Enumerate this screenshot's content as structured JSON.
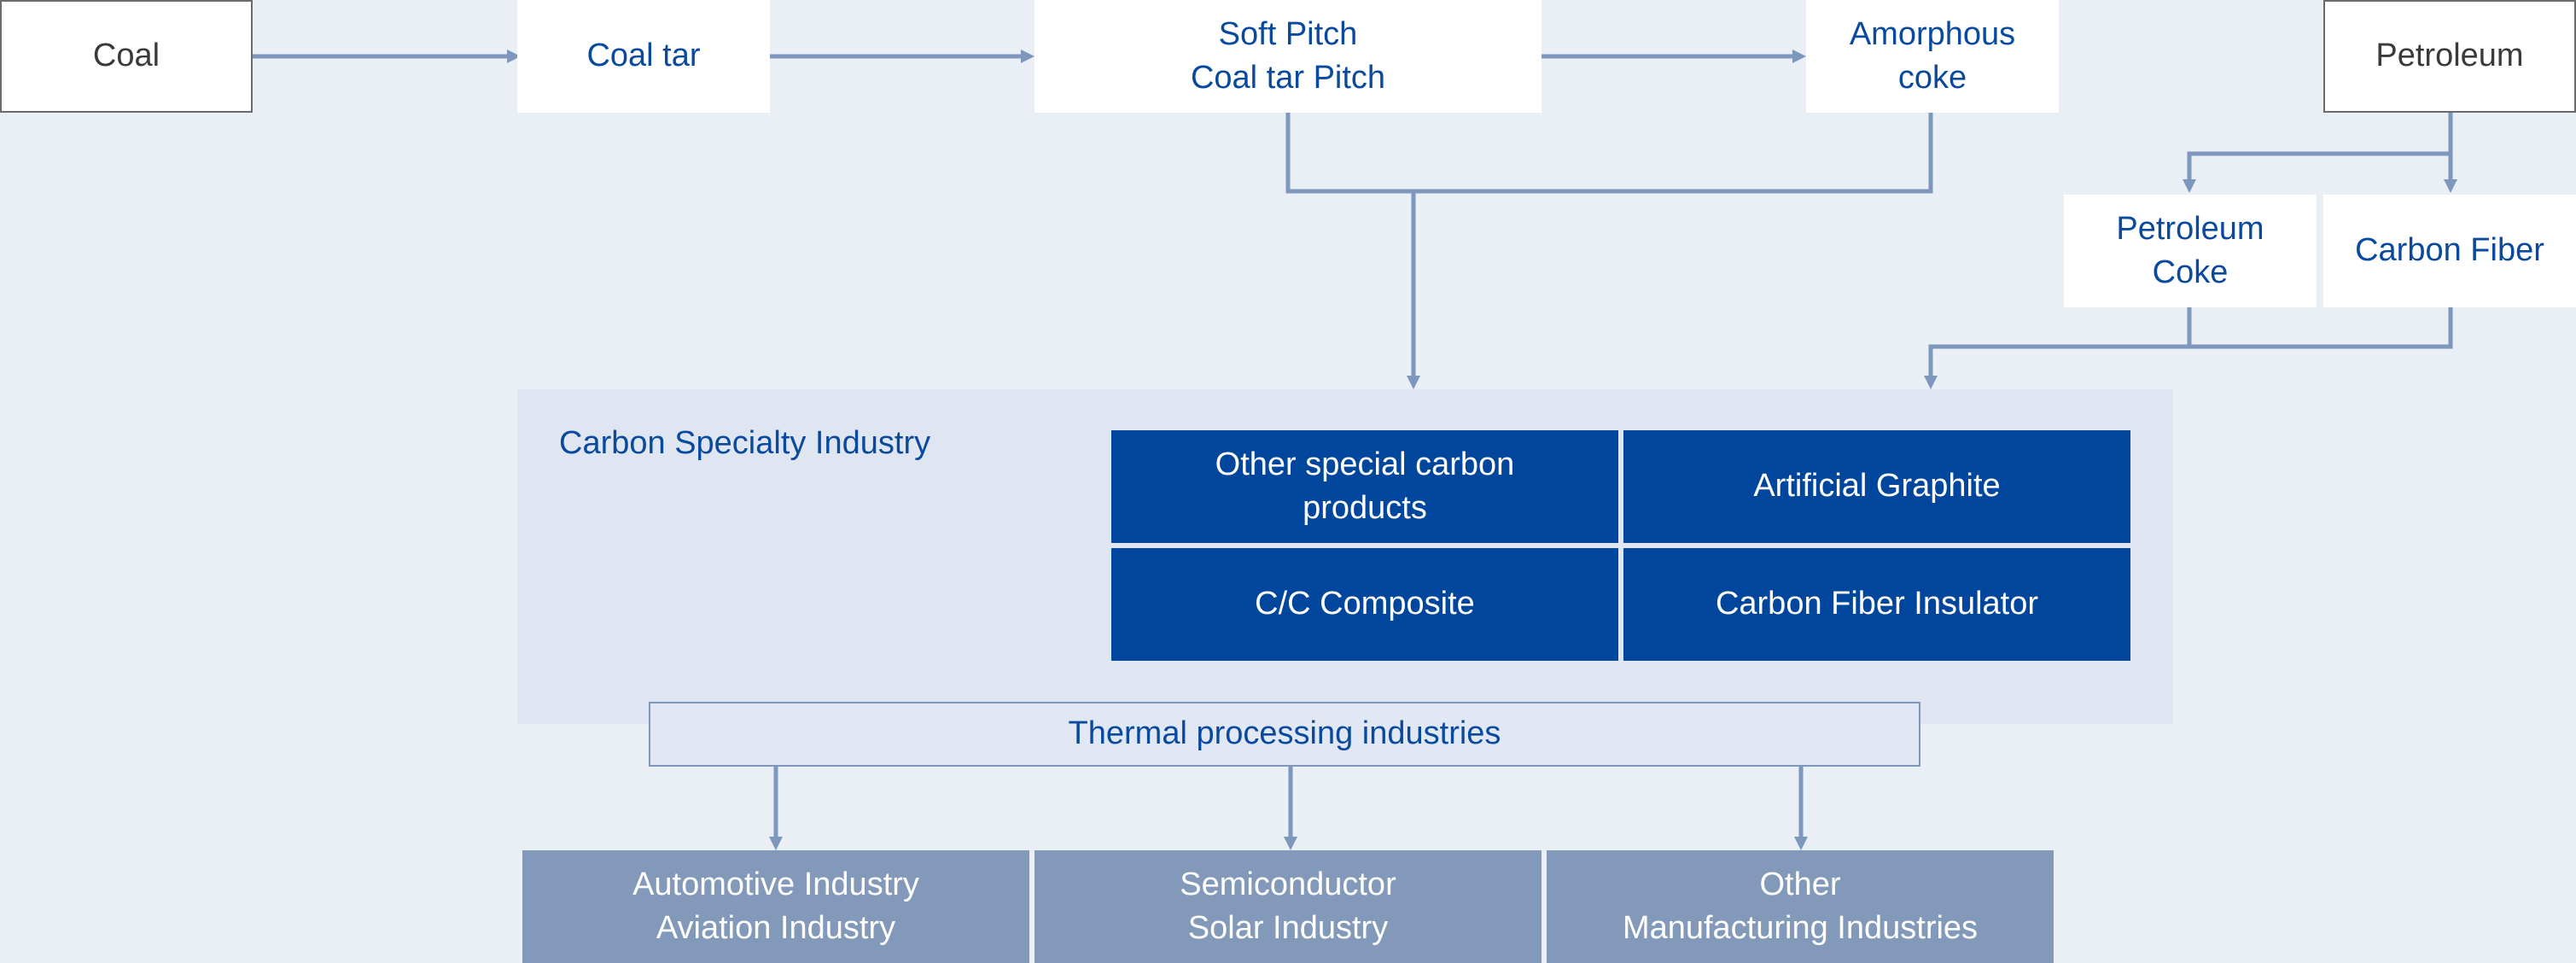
{
  "sources": {
    "coal": "Coal",
    "petroleum": "Petroleum"
  },
  "intermediates": {
    "coal_tar": "Coal tar",
    "pitch": "Soft Pitch\nCoal tar Pitch",
    "amorphous_coke": "Amorphous\ncoke",
    "petroleum_coke": "Petroleum\nCoke",
    "carbon_fiber": "Carbon Fiber"
  },
  "specialty": {
    "label": "Carbon Specialty Industry",
    "products": [
      "Other special carbon\nproducts",
      "Artificial Graphite",
      "C/C Composite",
      "Carbon Fiber Insulator"
    ]
  },
  "thermal": "Thermal processing industries",
  "outputs": [
    "Automotive Industry\nAviation Industry",
    "Semiconductor\nSolar Industry",
    "Other\nManufacturing Industries"
  ],
  "colors": {
    "background": "#eaeff6",
    "connector": "#7d97bd",
    "product_fill": "#00469c",
    "output_fill": "#8299b9",
    "text_blue": "#0a4a9e"
  }
}
